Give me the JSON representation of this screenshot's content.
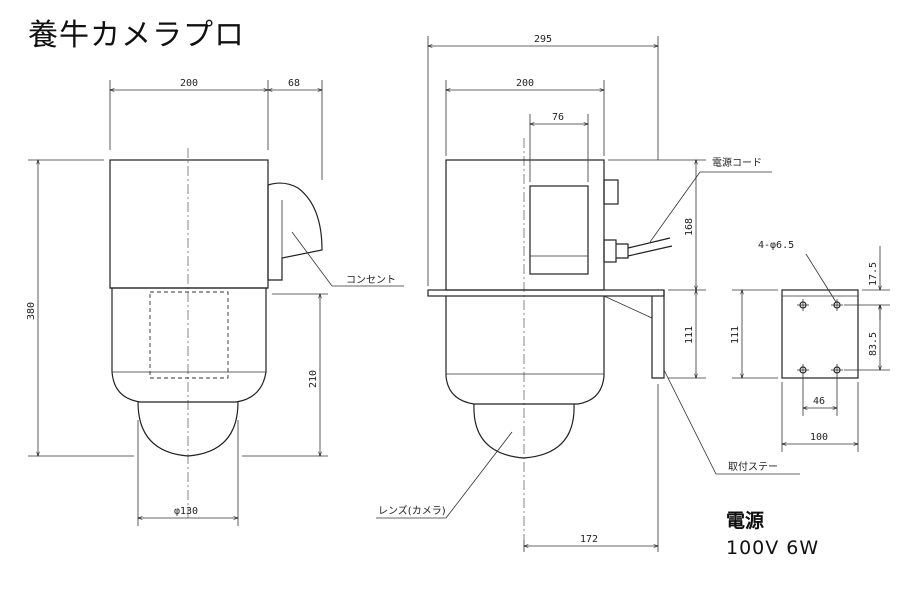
{
  "title": "養牛カメラプロ",
  "power": {
    "label": "電源",
    "value": "100V  6W"
  },
  "labels": {
    "outlet": "コンセント",
    "power_cord": "電源コード",
    "lens": "レンズ(カメラ)",
    "bracket": "取付ステー",
    "holes": "4-φ6.5"
  },
  "dims": {
    "front_width": "200",
    "front_outlet": "68",
    "front_height": "380",
    "front_lower": "210",
    "dome_dia": "φ130",
    "side_total": "295",
    "side_width": "200",
    "side_window": "76",
    "side_upper": "168",
    "side_lower": "111",
    "side_offset": "172",
    "br_height": "111",
    "br_top": "17.5",
    "br_hole_pitch_v": "83.5",
    "br_hole_pitch_h": "46",
    "br_width": "100"
  }
}
